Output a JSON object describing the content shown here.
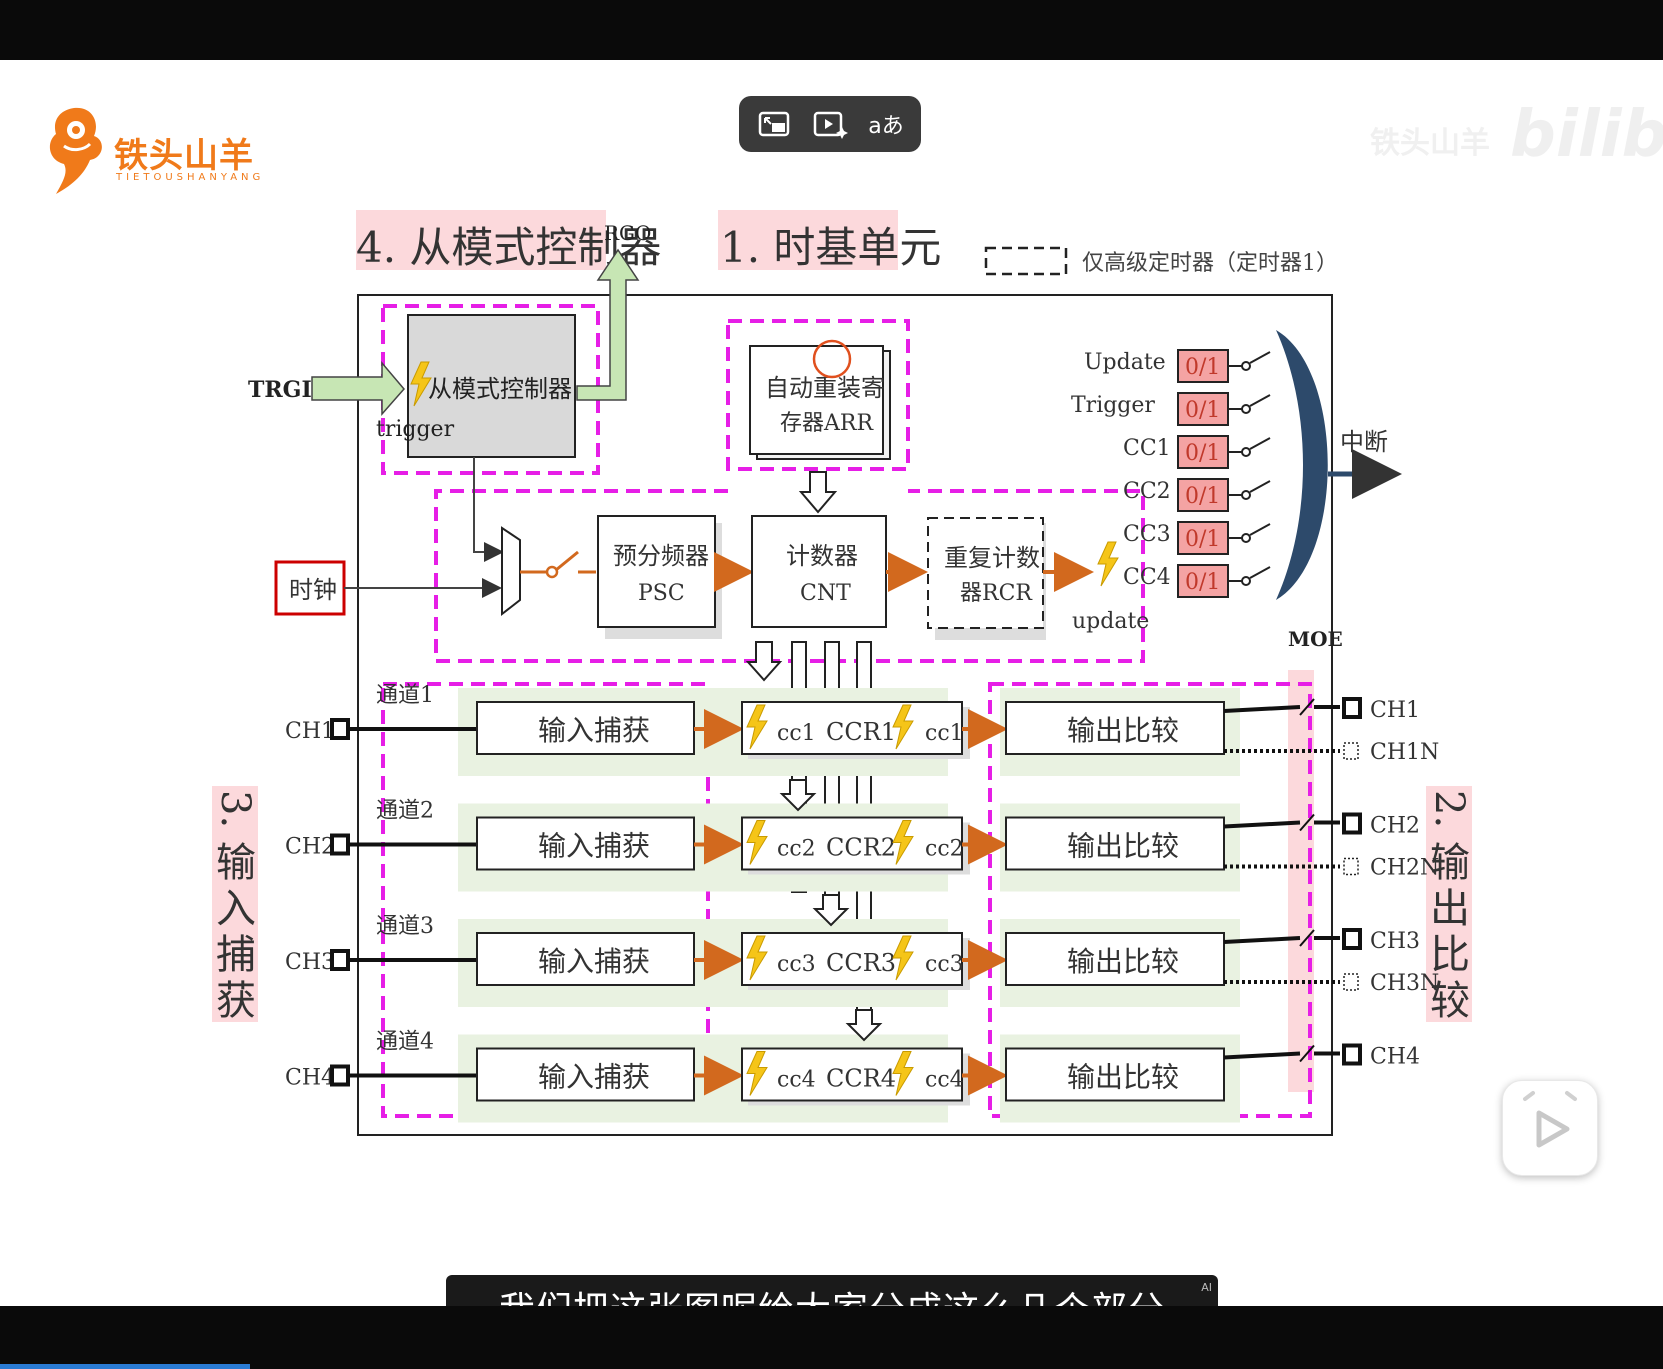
{
  "logo": {
    "title": "铁头山羊",
    "subtitle": "TIETOUSHANYANG"
  },
  "toolbar": {
    "translate_label": "aあ",
    "buttons": [
      "pip-icon",
      "ai-video-icon",
      "translate-icon"
    ]
  },
  "watermark": {
    "name": "铁头山羊",
    "brand": "bilibili"
  },
  "sections": {
    "s4": "4. 从模式控制器",
    "s1": "1. 时基单元",
    "s3": "3. 输入捕获",
    "s2": "2. 输出比较"
  },
  "legend": "仅高级定时器（定时器1）",
  "labels": {
    "trgo": "RGO",
    "trgi": "TRGI",
    "slave": "从模式控制器",
    "trigger": "trigger",
    "clock": "时钟",
    "arr1": "自动重装寄",
    "arr2": "存器ARR",
    "psc1": "预分频器",
    "psc2": "PSC",
    "cnt1": "计数器",
    "cnt2": "CNT",
    "rcr1": "重复计数",
    "rcr2": "器RCR",
    "update": "update",
    "interrupt": "中断",
    "moe": "MOE",
    "input_capture": "输入捕获",
    "output_compare": "输出比较"
  },
  "irq_flags": [
    {
      "name": "Update",
      "value": "0/1"
    },
    {
      "name": "Trigger",
      "value": "0/1"
    },
    {
      "name": "CC1",
      "value": "0/1"
    },
    {
      "name": "CC2",
      "value": "0/1"
    },
    {
      "name": "CC3",
      "value": "0/1"
    },
    {
      "name": "CC4",
      "value": "0/1"
    }
  ],
  "channels": [
    {
      "ch": "CH1",
      "channel": "通道1",
      "cc": "cc1",
      "ccr": "CCR1",
      "out": "CH1",
      "outn": "CH1N"
    },
    {
      "ch": "CH2",
      "channel": "通道2",
      "cc": "cc2",
      "ccr": "CCR2",
      "out": "CH2",
      "outn": "CH2N"
    },
    {
      "ch": "CH3",
      "channel": "通道3",
      "cc": "cc3",
      "ccr": "CCR3",
      "out": "CH3",
      "outn": "CH3N"
    },
    {
      "ch": "CH4",
      "channel": "通道4",
      "cc": "cc4",
      "ccr": "CCR4",
      "out": "CH4",
      "outn": ""
    }
  ],
  "subtitle": {
    "text": "我们把这张图呢给大家分成这么几个部分",
    "badge": "AI"
  },
  "colors": {
    "magenta": "#e61ee6",
    "orange_arrow": "#d2691e",
    "section_bg": "#fcd9dc",
    "flag_bg": "#f4a3a3",
    "green_arrow": "#c7e6b4"
  }
}
